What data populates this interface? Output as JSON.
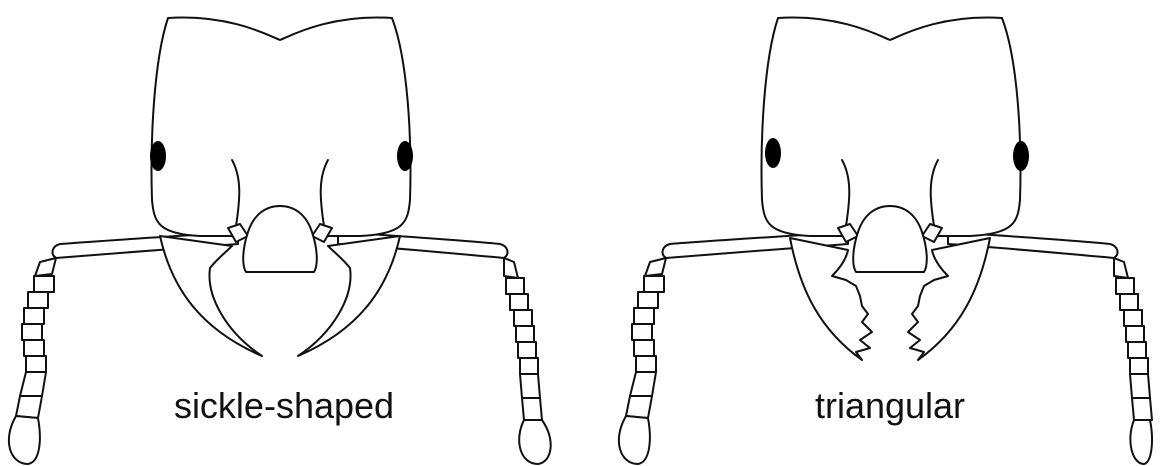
{
  "panels": [
    {
      "label": "sickle-shaped",
      "mandible_type": "sickle-shaped"
    },
    {
      "label": "triangular",
      "mandible_type": "triangular"
    }
  ],
  "colors": {
    "line": "#111111",
    "eye": "#000000",
    "background": "#ffffff"
  }
}
